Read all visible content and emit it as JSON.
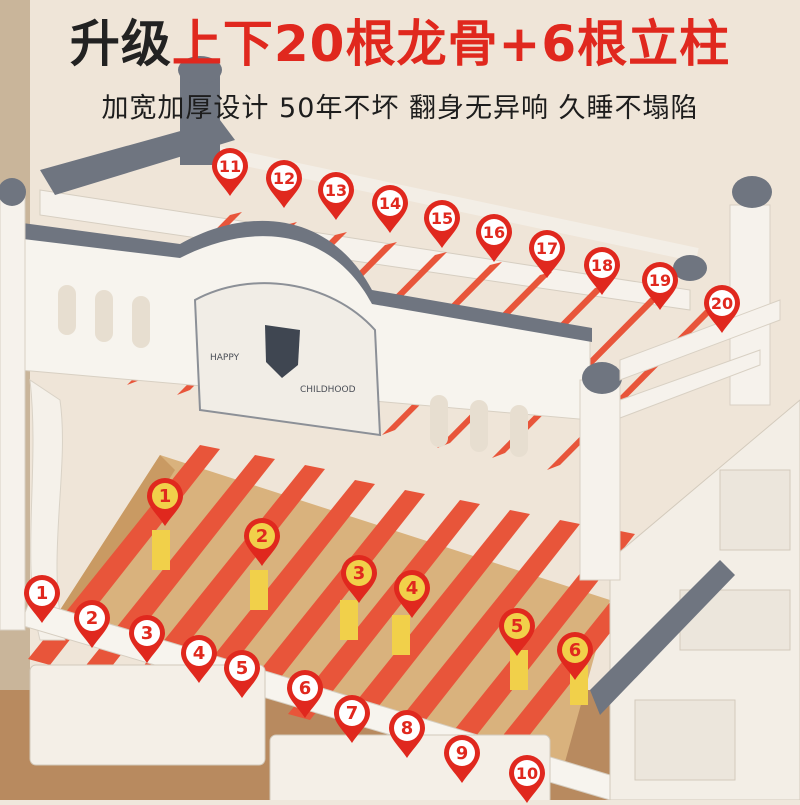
{
  "header": {
    "headline_dark": "升级",
    "headline_red": "上下20根龙骨+6根立柱",
    "subline": "加宽加厚设计 50年不坏 翻身无异响 久睡不塌陷"
  },
  "plaque": {
    "text_left": "HAPPY",
    "text_right": "CHILDHOOD"
  },
  "markers": {
    "upper_slats": [
      "11",
      "12",
      "13",
      "14",
      "15",
      "16",
      "17",
      "18",
      "19",
      "20"
    ],
    "lower_slats": [
      "1",
      "2",
      "3",
      "4",
      "5",
      "6",
      "7",
      "8",
      "9",
      "10"
    ],
    "support_posts": [
      "1",
      "2",
      "3",
      "4",
      "5",
      "6"
    ]
  },
  "colors": {
    "slat": "#e8553a",
    "frame_white": "#f5f1ea",
    "frame_gray": "#6f7580",
    "post_yellow": "#f1d04a",
    "pin_red": "#e0281e"
  }
}
